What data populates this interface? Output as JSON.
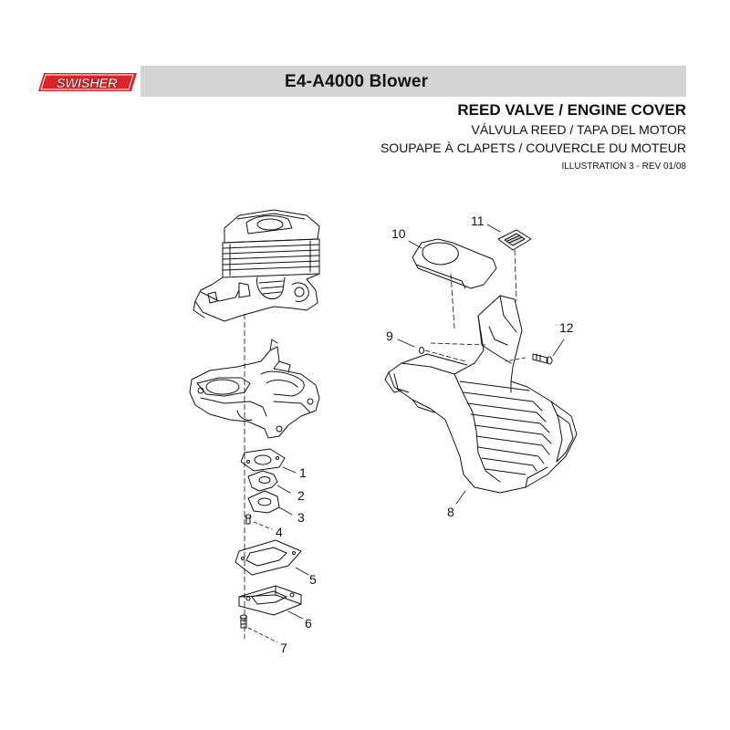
{
  "brand": {
    "logo_text": "SWISHER",
    "logo_color": "#d8242a"
  },
  "header": {
    "model_title": "E4-A4000 Blower"
  },
  "section": {
    "title_en": "REED VALVE / ENGINE COVER",
    "title_es": "VÁLVULA REED / TAPA DEL MOTOR",
    "title_fr": "SOUPAPE À CLAPETS / COUVERCLE DU MOTEUR",
    "illustration": "ILLUSTRATION 3 - REV 01/08"
  },
  "callouts": {
    "c1": "1",
    "c2": "2",
    "c3": "3",
    "c4": "4",
    "c5": "5",
    "c6": "6",
    "c7": "7",
    "c8": "8",
    "c9": "9",
    "c10": "10",
    "c11": "11",
    "c12": "12"
  }
}
